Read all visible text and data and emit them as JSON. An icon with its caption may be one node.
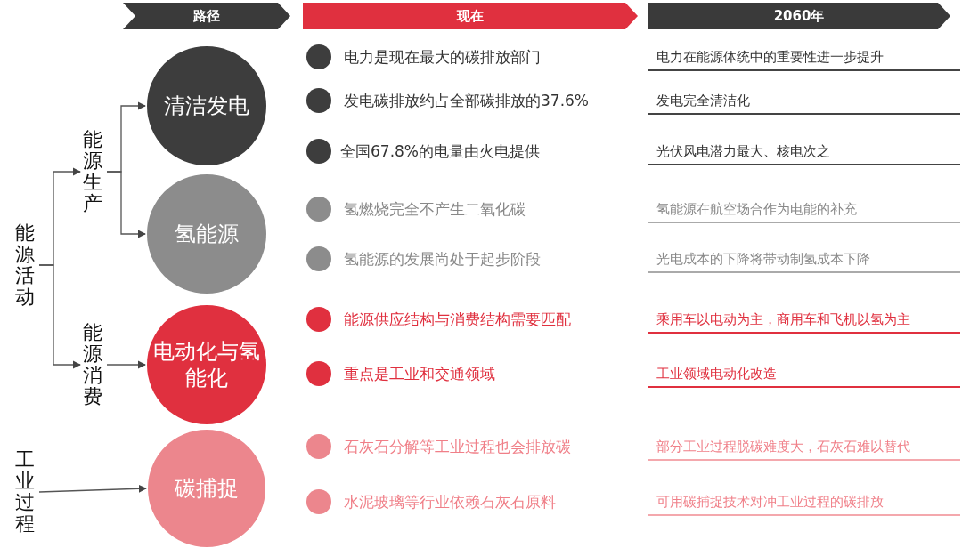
{
  "diagram": {
    "nodes": [
      {
        "text": [
          "能源活动"
        ]
      },
      {
        "text": [
          "能源生产"
        ]
      },
      {
        "text": [
          "能源消费"
        ]
      },
      {
        "text": [
          "工业过程"
        ]
      },
      {
        "text": [
          "清洁发电"
        ]
      },
      {
        "text": [
          "氢能源"
        ]
      },
      {
        "text": [
          "电动化与氢能化"
        ]
      },
      {
        "text": [
          "碳捕捉"
        ]
      },
      {
        "text": [
          "路径"
        ]
      },
      {
        "text": [
          "现在"
        ]
      },
      {
        "text": [
          "2060年"
        ]
      }
    ],
    "edges": [
      {
        "from": 0,
        "to": 1,
        "arrow": "to"
      },
      {
        "from": 0,
        "to": 2,
        "arrow": "to"
      },
      {
        "from": 1,
        "to": 4,
        "arrow": "to"
      },
      {
        "from": 1,
        "to": 5,
        "arrow": "to"
      },
      {
        "from": 2,
        "to": 6,
        "arrow": "to"
      },
      {
        "from": 3,
        "to": 7,
        "arrow": "to"
      }
    ],
    "labels": [
      "电力是现在最大的碳排放部门",
      "电力在能源体统中的重要性进一步提升",
      "发电碳排放约占全部碳排放的37.6%",
      "发电完全清洁化",
      "全国67.8%的电量由火电提供",
      "光伏风电潜力最大、核电次之",
      "氢燃烧完全不产生二氧化碳",
      "氢能源在航空场合作为电能的补充",
      "氢能源的发展尚处于起步阶段",
      "光电成本的下降将带动制氢成本下降",
      "能源供应结构与消费结构需要匹配",
      "乘用车以电动为主，商用车和飞机以氢为主",
      "重点是工业和交通领域",
      "工业领域电动化改造",
      "石灰石分解等工业过程也会排放碳",
      "部分工业过程脱碳难度大，石灰石难以替代",
      "水泥玻璃等行业依赖石灰石原料",
      "可用碳捕捉技术对冲工业过程的碳排放"
    ]
  }
}
